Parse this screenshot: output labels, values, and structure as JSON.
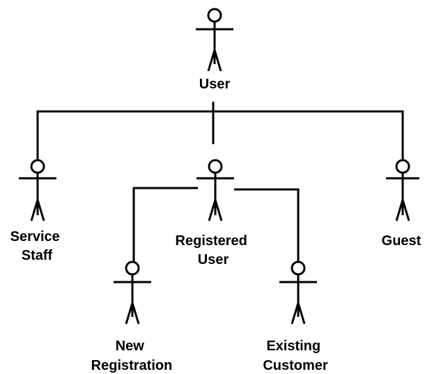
{
  "diagram": {
    "type": "uml-actor-generalization",
    "colors": {
      "line": "#000000",
      "background": "#ffffff"
    },
    "actors": {
      "user": {
        "label": "User"
      },
      "service_staff": {
        "label_line1": "Service",
        "label_line2": "Staff"
      },
      "registered_user": {
        "label_line1": "Registered",
        "label_line2": "User"
      },
      "guest": {
        "label": "Guest"
      },
      "new_registration": {
        "label_line1": "New",
        "label_line2": "Registration"
      },
      "existing_customer": {
        "label_line1": "Existing",
        "label_line2": "Customer"
      }
    },
    "relations": [
      {
        "parent": "User",
        "child": "Service Staff"
      },
      {
        "parent": "User",
        "child": "Registered User"
      },
      {
        "parent": "User",
        "child": "Guest"
      },
      {
        "parent": "Registered User",
        "child": "New Registration"
      },
      {
        "parent": "Registered User",
        "child": "Existing Customer"
      }
    ]
  }
}
